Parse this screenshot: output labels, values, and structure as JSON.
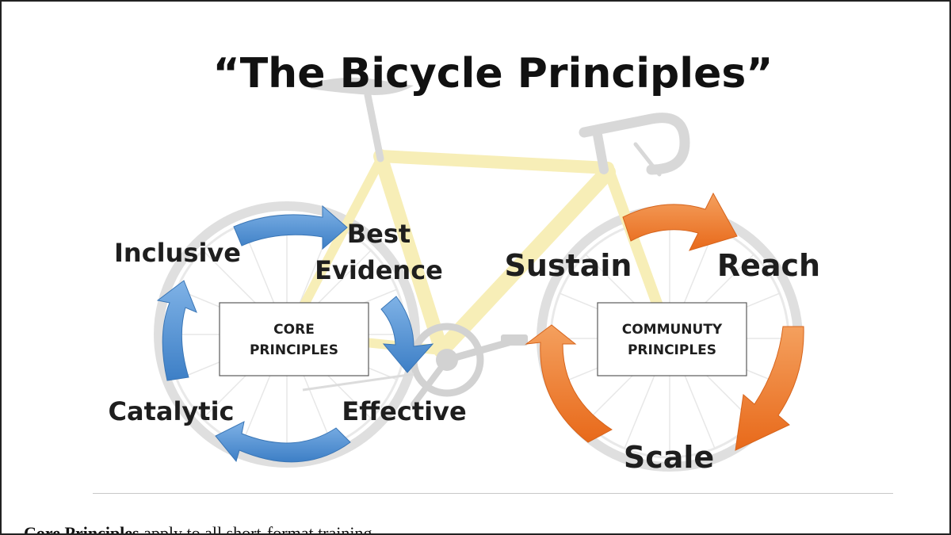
{
  "title": "“The Bicycle Principles”",
  "core": {
    "box_line1": "CORE",
    "box_line2": "PRINCIPLES",
    "labels": {
      "inclusive": "Inclusive",
      "best": "Best",
      "evidence": "Evidence",
      "effective": "Effective",
      "catalytic": "Catalytic"
    }
  },
  "community": {
    "box_line1": "COMMUNUTY",
    "box_line2": "PRINCIPLES",
    "labels": {
      "sustain": "Sustain",
      "reach": "Reach",
      "scale": "Scale"
    }
  },
  "caption": {
    "bold": "Core Principles",
    "text": " apply to all short-format training"
  },
  "colors": {
    "blue_arrow": "#4a8fd4",
    "orange_arrow": "#ed7d31",
    "bike_frame": "#f6eaa6",
    "bike_parts": "#cfcfcf"
  },
  "icons": [
    "bicycle-illustration",
    "cycle-arrow"
  ]
}
